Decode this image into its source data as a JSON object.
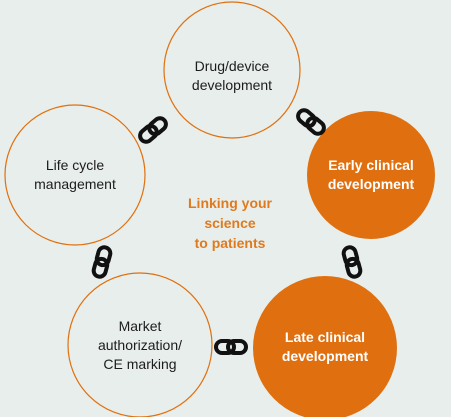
{
  "center": {
    "lines": [
      "Linking your",
      "science",
      "to patients"
    ]
  },
  "stages": [
    {
      "id": "drug-device",
      "lines": [
        "Drug/device",
        "development"
      ],
      "filled": false
    },
    {
      "id": "early-clinical",
      "lines": [
        "Early clinical",
        "development"
      ],
      "filled": true
    },
    {
      "id": "late-clinical",
      "lines": [
        "Late clinical",
        "development"
      ],
      "filled": true
    },
    {
      "id": "market-authorization",
      "lines": [
        "Market",
        "authorization/",
        "CE marking"
      ],
      "filled": false
    },
    {
      "id": "life-cycle",
      "lines": [
        "Life cycle",
        "management"
      ],
      "filled": false
    }
  ],
  "colors": {
    "accent": "#e0700f",
    "background": "#e8eeeb",
    "link": "#111111"
  },
  "icons": [
    "chain-link-icon",
    "chain-link-icon",
    "chain-link-icon",
    "chain-link-icon",
    "chain-link-icon"
  ]
}
